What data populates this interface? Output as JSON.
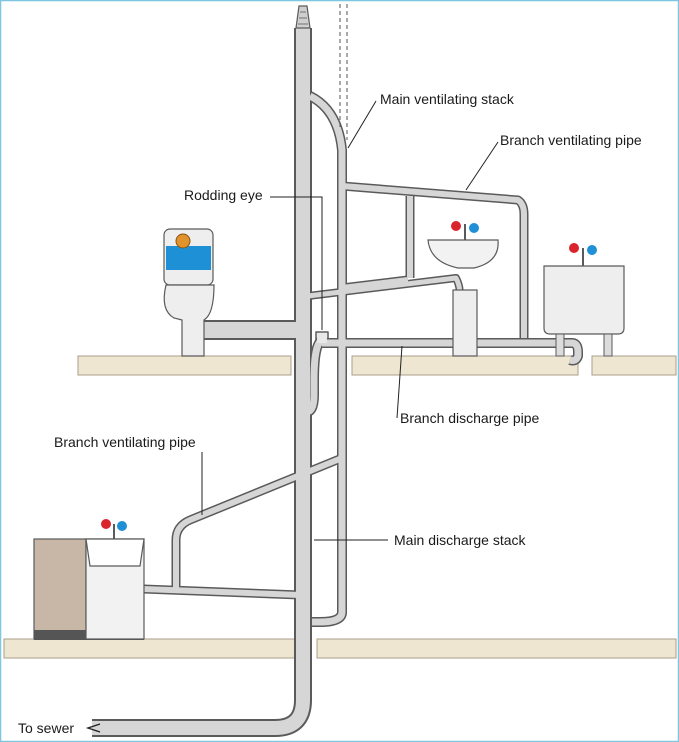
{
  "diagram": {
    "labels": {
      "main_ventilating_stack": "Main ventilating stack",
      "branch_ventilating_pipe_upper": "Branch ventilating pipe",
      "rodding_eye": "Rodding eye",
      "branch_discharge_pipe": "Branch discharge pipe",
      "branch_ventilating_pipe_lower": "Branch ventilating pipe",
      "main_discharge_stack": "Main discharge stack",
      "to_sewer": "To sewer"
    },
    "colors": {
      "pipe_fill": "#d6d6d6",
      "pipe_outline": "#5a5a5a",
      "floor_fill": "#efe6d2",
      "floor_outline": "#a89e8a",
      "water": "#1e90d6",
      "float_ball": "#e0922c",
      "hot_tap": "#d9242c",
      "cold_tap": "#1f8fd6",
      "cabinet": "#c8b6a6",
      "leader_line": "#222222",
      "frame_border": "#7fc6e0"
    }
  }
}
